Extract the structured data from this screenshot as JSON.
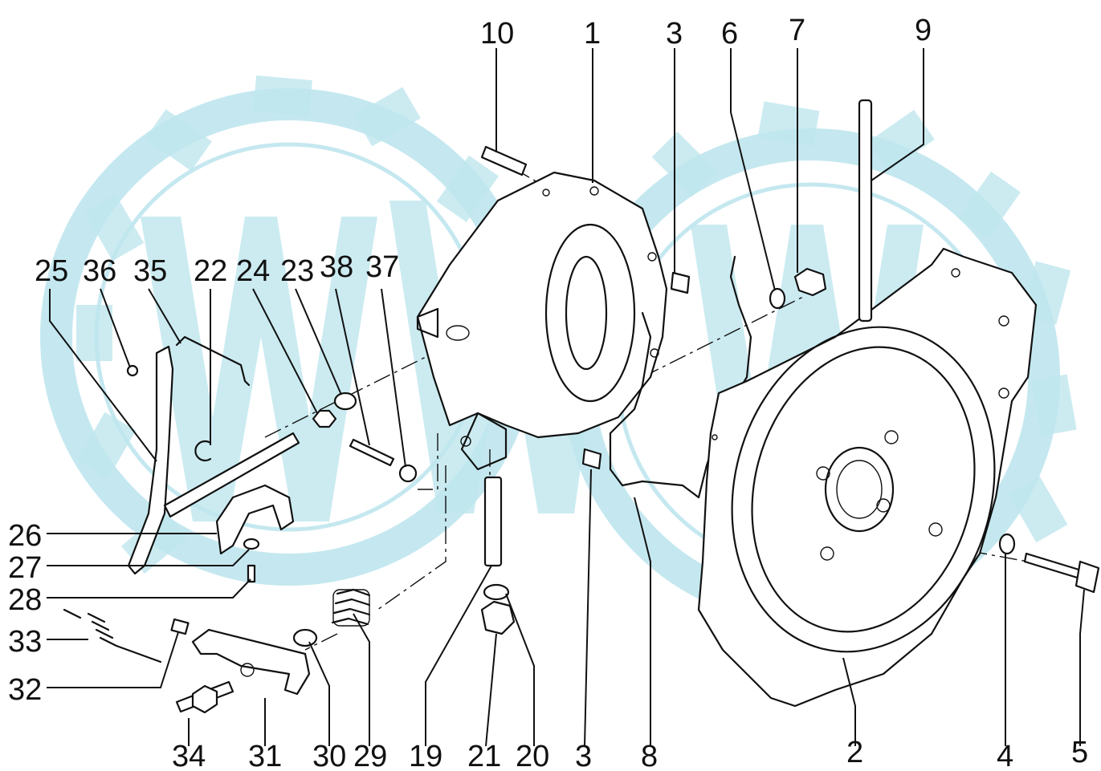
{
  "watermark": {
    "color": "#bfe6ee"
  },
  "callouts": [
    {
      "id": "c10",
      "label": "10"
    },
    {
      "id": "c1",
      "label": "1"
    },
    {
      "id": "c3a",
      "label": "3"
    },
    {
      "id": "c6",
      "label": "6"
    },
    {
      "id": "c7",
      "label": "7"
    },
    {
      "id": "c9",
      "label": "9"
    },
    {
      "id": "c25",
      "label": "25"
    },
    {
      "id": "c36",
      "label": "36"
    },
    {
      "id": "c35",
      "label": "35"
    },
    {
      "id": "c22",
      "label": "22"
    },
    {
      "id": "c24",
      "label": "24"
    },
    {
      "id": "c23",
      "label": "23"
    },
    {
      "id": "c38",
      "label": "38"
    },
    {
      "id": "c37",
      "label": "37"
    },
    {
      "id": "c26",
      "label": "26"
    },
    {
      "id": "c27",
      "label": "27"
    },
    {
      "id": "c28",
      "label": "28"
    },
    {
      "id": "c33",
      "label": "33"
    },
    {
      "id": "c32",
      "label": "32"
    },
    {
      "id": "c34",
      "label": "34"
    },
    {
      "id": "c31",
      "label": "31"
    },
    {
      "id": "c30",
      "label": "30"
    },
    {
      "id": "c29",
      "label": "29"
    },
    {
      "id": "c19",
      "label": "19"
    },
    {
      "id": "c21",
      "label": "21"
    },
    {
      "id": "c20",
      "label": "20"
    },
    {
      "id": "c3b",
      "label": "3"
    },
    {
      "id": "c8",
      "label": "8"
    },
    {
      "id": "c2",
      "label": "2"
    },
    {
      "id": "c4",
      "label": "4"
    },
    {
      "id": "c5",
      "label": "5"
    }
  ]
}
